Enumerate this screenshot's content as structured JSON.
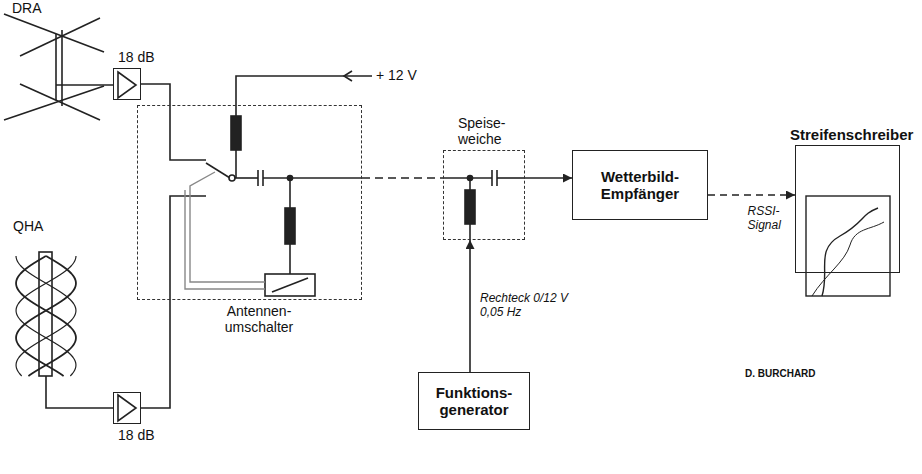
{
  "diagram": {
    "nodes": [
      {
        "text": [
          "18 dB"
        ]
      },
      {
        "text": [
          "18 dB"
        ]
      },
      {
        "text": [
          "Antennen- umschalter"
        ]
      },
      {
        "text": [
          "Speise- weiche"
        ]
      },
      {
        "text": [
          "Wetterbild- Empfänger"
        ]
      },
      {
        "text": [
          "Streifenschreiber"
        ]
      },
      {
        "text": [
          "Funktions- generator"
        ]
      }
    ],
    "edges": [
      {
        "from": 0,
        "to": 2,
        "arrow": "none"
      },
      {
        "from": 1,
        "to": 2,
        "arrow": "none"
      },
      {
        "from": 2,
        "to": 3,
        "arrow": "none"
      },
      {
        "from": 3,
        "to": 4,
        "arrow": "to"
      },
      {
        "from": 4,
        "to": 5,
        "label": "RSSI- Signal",
        "arrow": "to"
      },
      {
        "from": 6,
        "to": 3,
        "label": "Rechteck 0/12 V 0,05 Hz",
        "arrow": "to"
      }
    ],
    "labels": [
      "DRA",
      "QHA",
      "+ 12 V",
      "D. BURCHARD"
    ]
  }
}
